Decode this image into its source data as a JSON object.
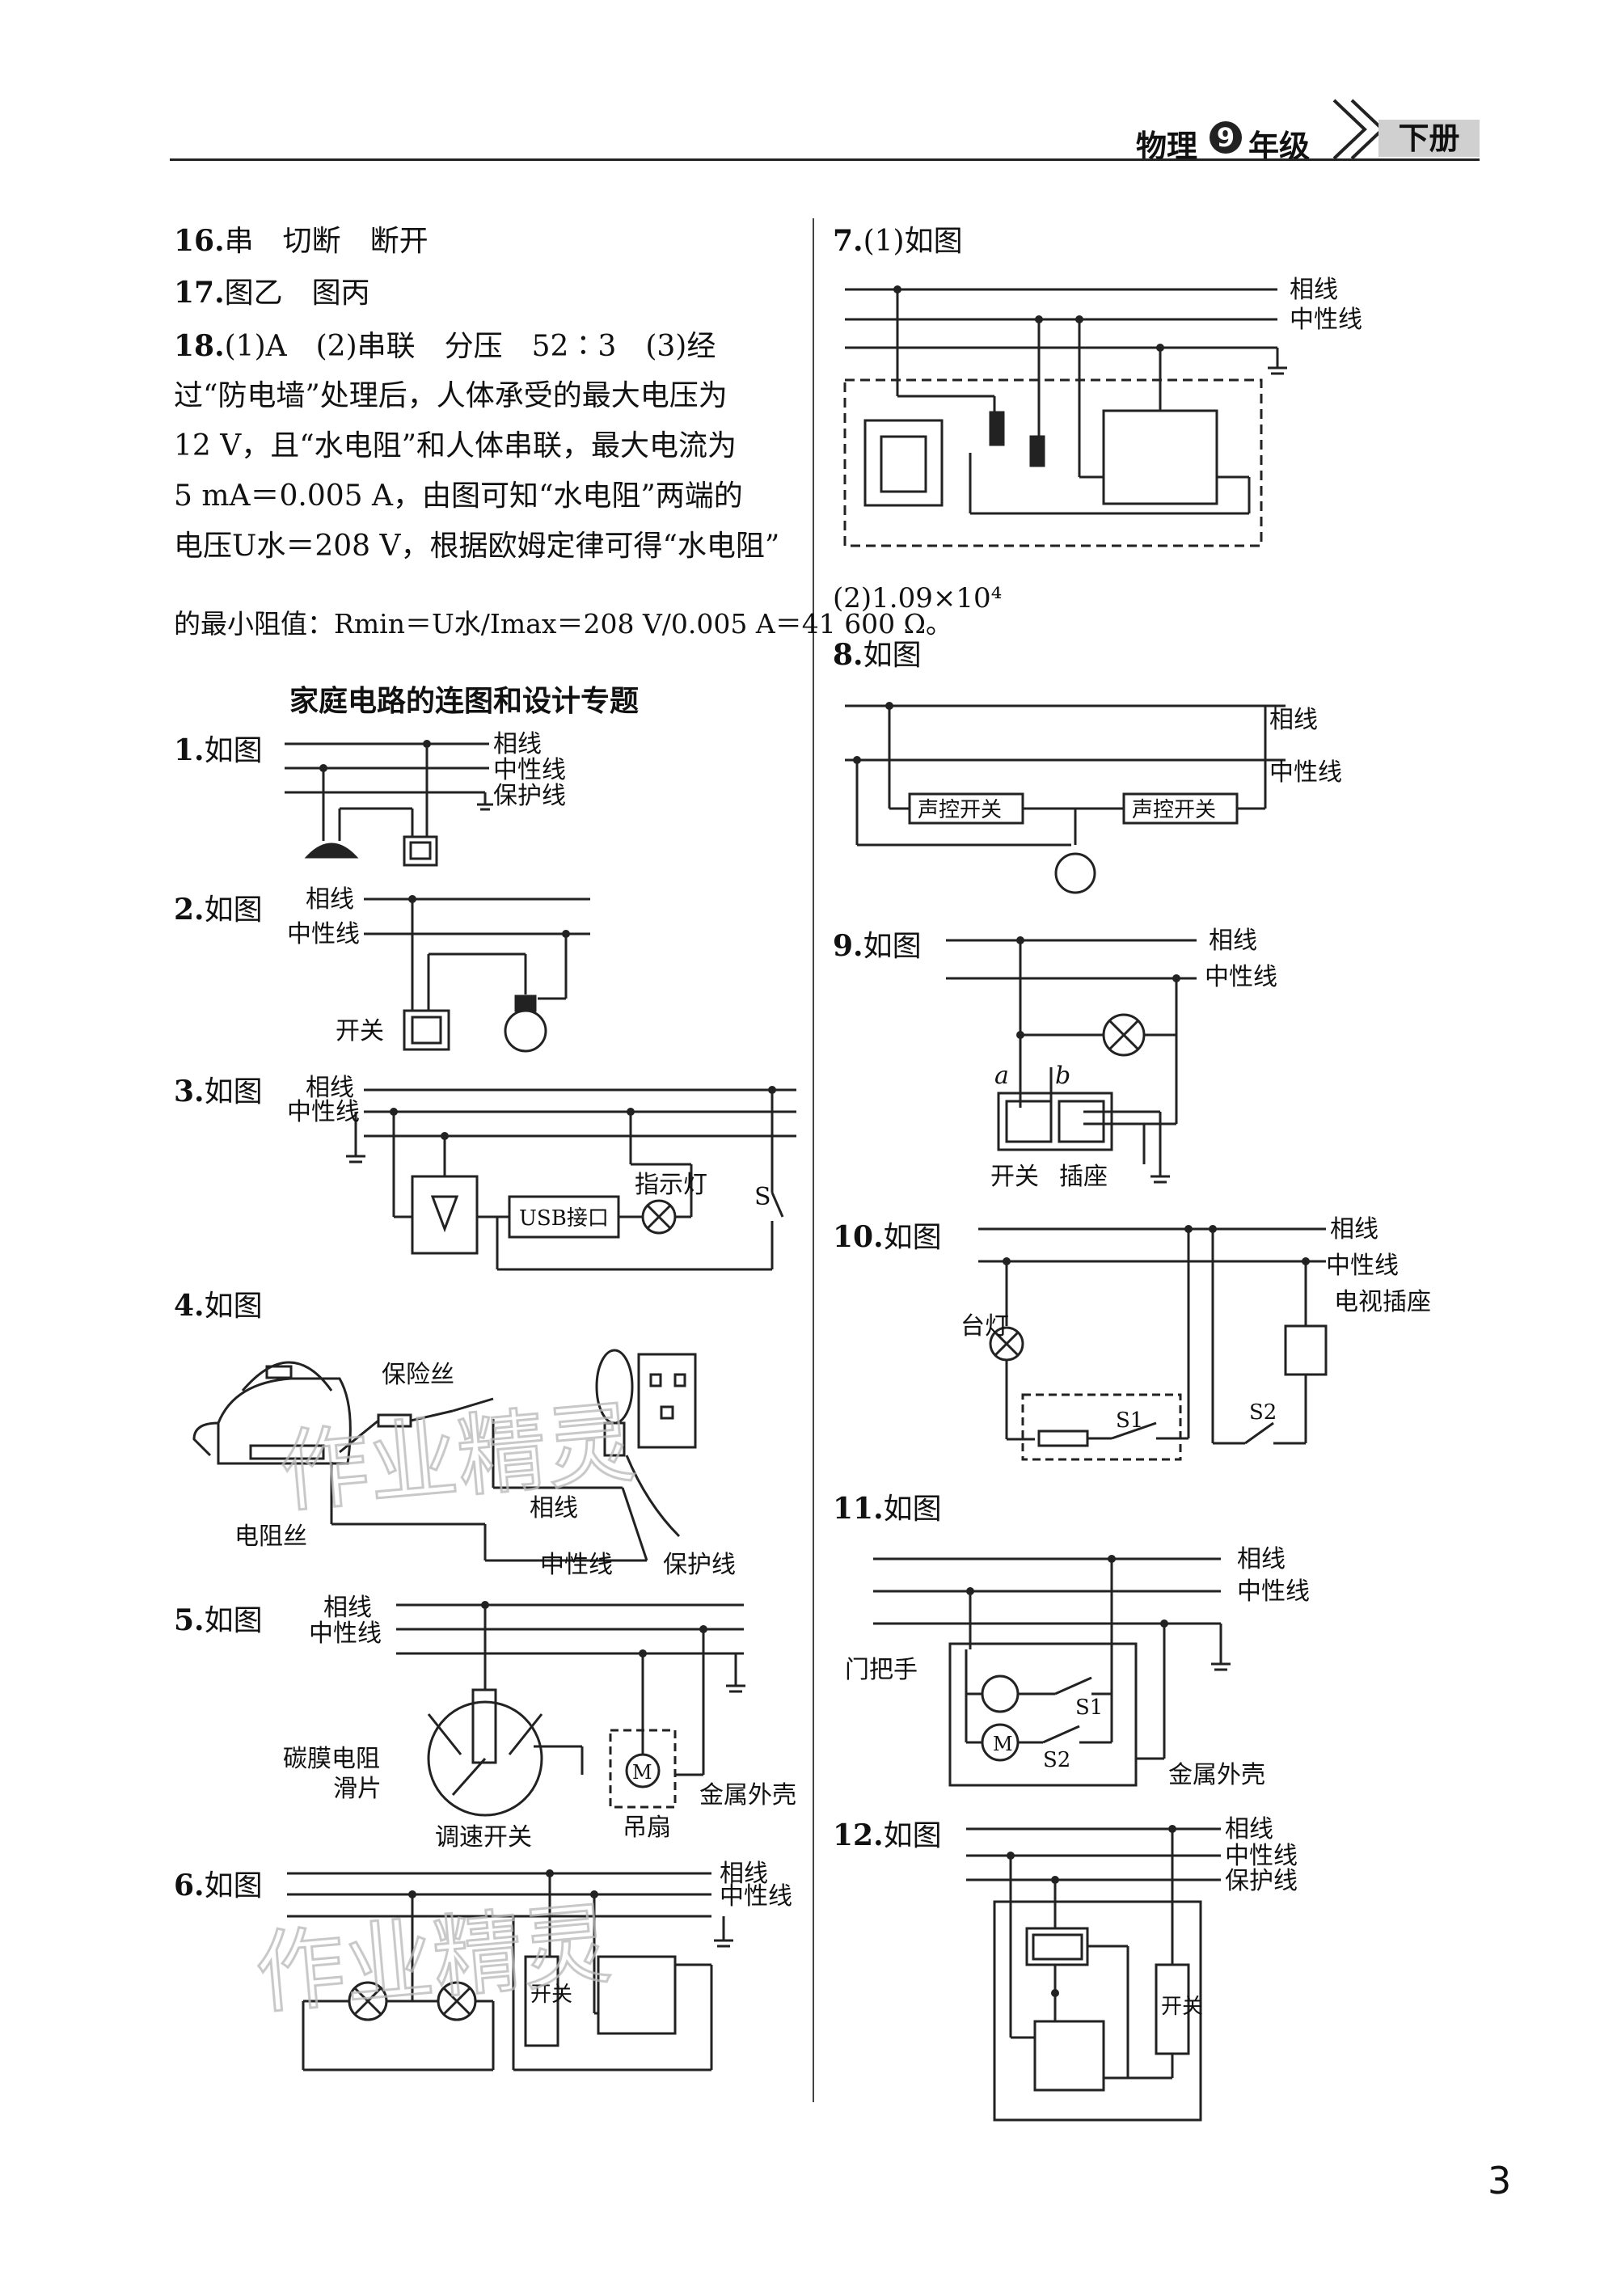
{
  "header": {
    "subject": "物理",
    "grade_number": "9",
    "grade_label": "年级",
    "volume": "下册"
  },
  "answers": {
    "q16": {
      "num": "16.",
      "text": "串　切断　断开"
    },
    "q17": {
      "num": "17.",
      "text": "图乙　图丙"
    },
    "q18": {
      "num": "18.",
      "lines": [
        "(1)A　(2)串联　分压　52∶3　(3)经",
        "过“防电墙”处理后，人体承受的最大电压为",
        "12 V，且“水电阻”和人体串联，最大电流为",
        "5 mA＝0.005 A，由图可知“水电阻”两端的",
        "电压U水＝208 V，根据欧姆定律可得“水电阻”",
        "的最小阻值：Rmin＝U水/Imax＝208 V/0.005 A＝41 600 Ω。"
      ]
    },
    "q7_1": {
      "num": "7.",
      "text": "(1)如图"
    },
    "q7_2": {
      "text": "(2)1.09×10⁴"
    }
  },
  "section_title": "家庭电路的连图和设计专题",
  "items": {
    "i1": {
      "num": "1.",
      "text": "如图"
    },
    "i2": {
      "num": "2.",
      "text": "如图"
    },
    "i3": {
      "num": "3.",
      "text": "如图"
    },
    "i4": {
      "num": "4.",
      "text": "如图"
    },
    "i5": {
      "num": "5.",
      "text": "如图"
    },
    "i6": {
      "num": "6.",
      "text": "如图"
    },
    "i8": {
      "num": "8.",
      "text": "如图"
    },
    "i9": {
      "num": "9.",
      "text": "如图"
    },
    "i10": {
      "num": "10.",
      "text": "如图"
    },
    "i11": {
      "num": "11.",
      "text": "如图"
    },
    "i12": {
      "num": "12.",
      "text": "如图"
    }
  },
  "labels": {
    "live": "相线",
    "neutral": "中性线",
    "ground": "保护线",
    "switch": "开关",
    "socket": "插座",
    "usb": "USB接口",
    "indicator": "指示灯",
    "s": "S",
    "fuse": "保险丝",
    "heater": "电阻丝",
    "carbon": "碳膜电阻",
    "slider": "滑片",
    "speed_switch": "调速开关",
    "fan": "吊扇",
    "metal_case": "金属外壳",
    "voice_switch": "声控开关",
    "a": "a",
    "b": "b",
    "desk_lamp": "台灯",
    "tv_socket": "电视插座",
    "door_handle": "门把手",
    "s1": "S1",
    "s2": "S2",
    "m": "M",
    "watermark": "作业精灵"
  },
  "page_number": "3"
}
